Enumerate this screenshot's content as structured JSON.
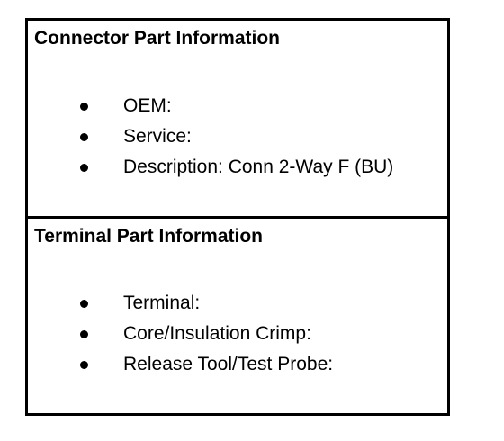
{
  "connector_section": {
    "title": "Connector Part Information",
    "items": [
      {
        "label": "OEM:"
      },
      {
        "label": "Service:"
      },
      {
        "label": "Description: Conn 2-Way F (BU)"
      }
    ]
  },
  "terminal_section": {
    "title": "Terminal Part Information",
    "items": [
      {
        "label": "Terminal:"
      },
      {
        "label": "Core/Insulation Crimp:"
      },
      {
        "label": "Release Tool/Test Probe:"
      }
    ]
  }
}
